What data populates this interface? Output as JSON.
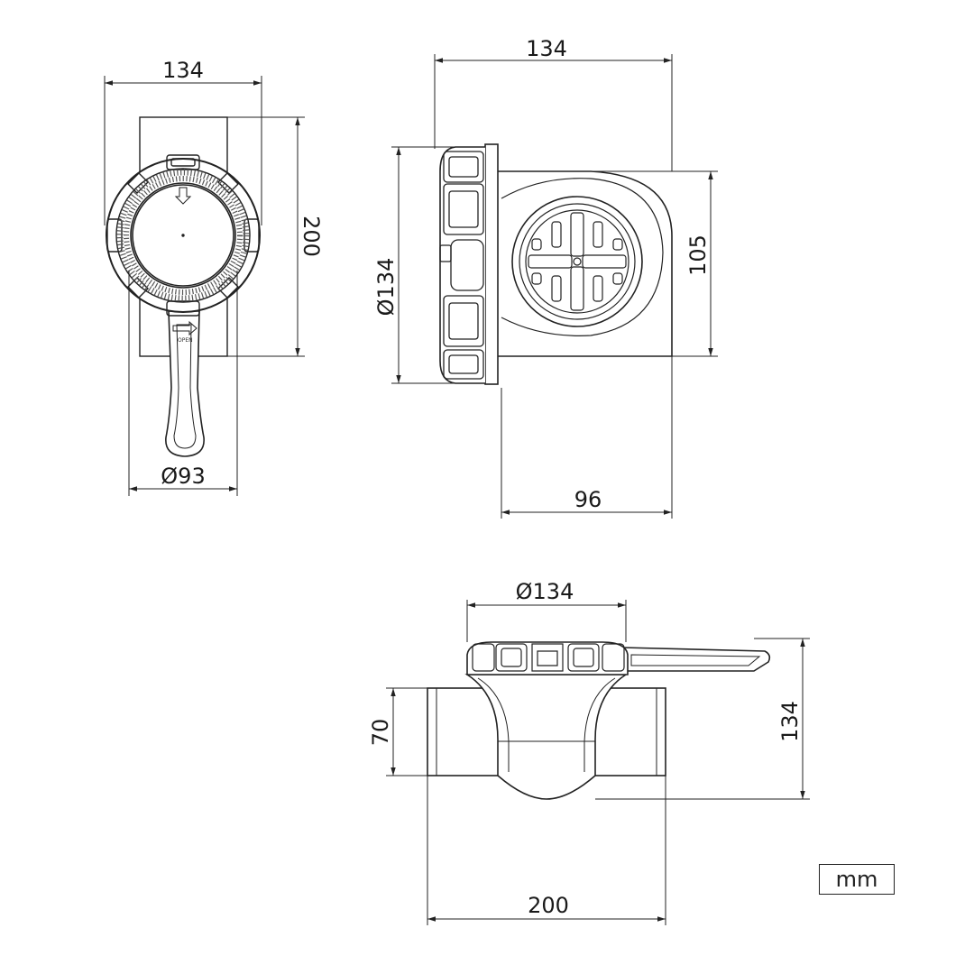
{
  "dimensions": {
    "front_width": "134",
    "front_height": "200",
    "front_diameter": "Ø93",
    "side_width": "134",
    "side_diameter": "Ø134",
    "side_height": "105",
    "side_depth": "96",
    "bottom_diameter": "Ø134",
    "bottom_height_left": "70",
    "bottom_height_right": "134",
    "bottom_length": "200"
  },
  "handle_label": "OPEN",
  "unit": "mm"
}
